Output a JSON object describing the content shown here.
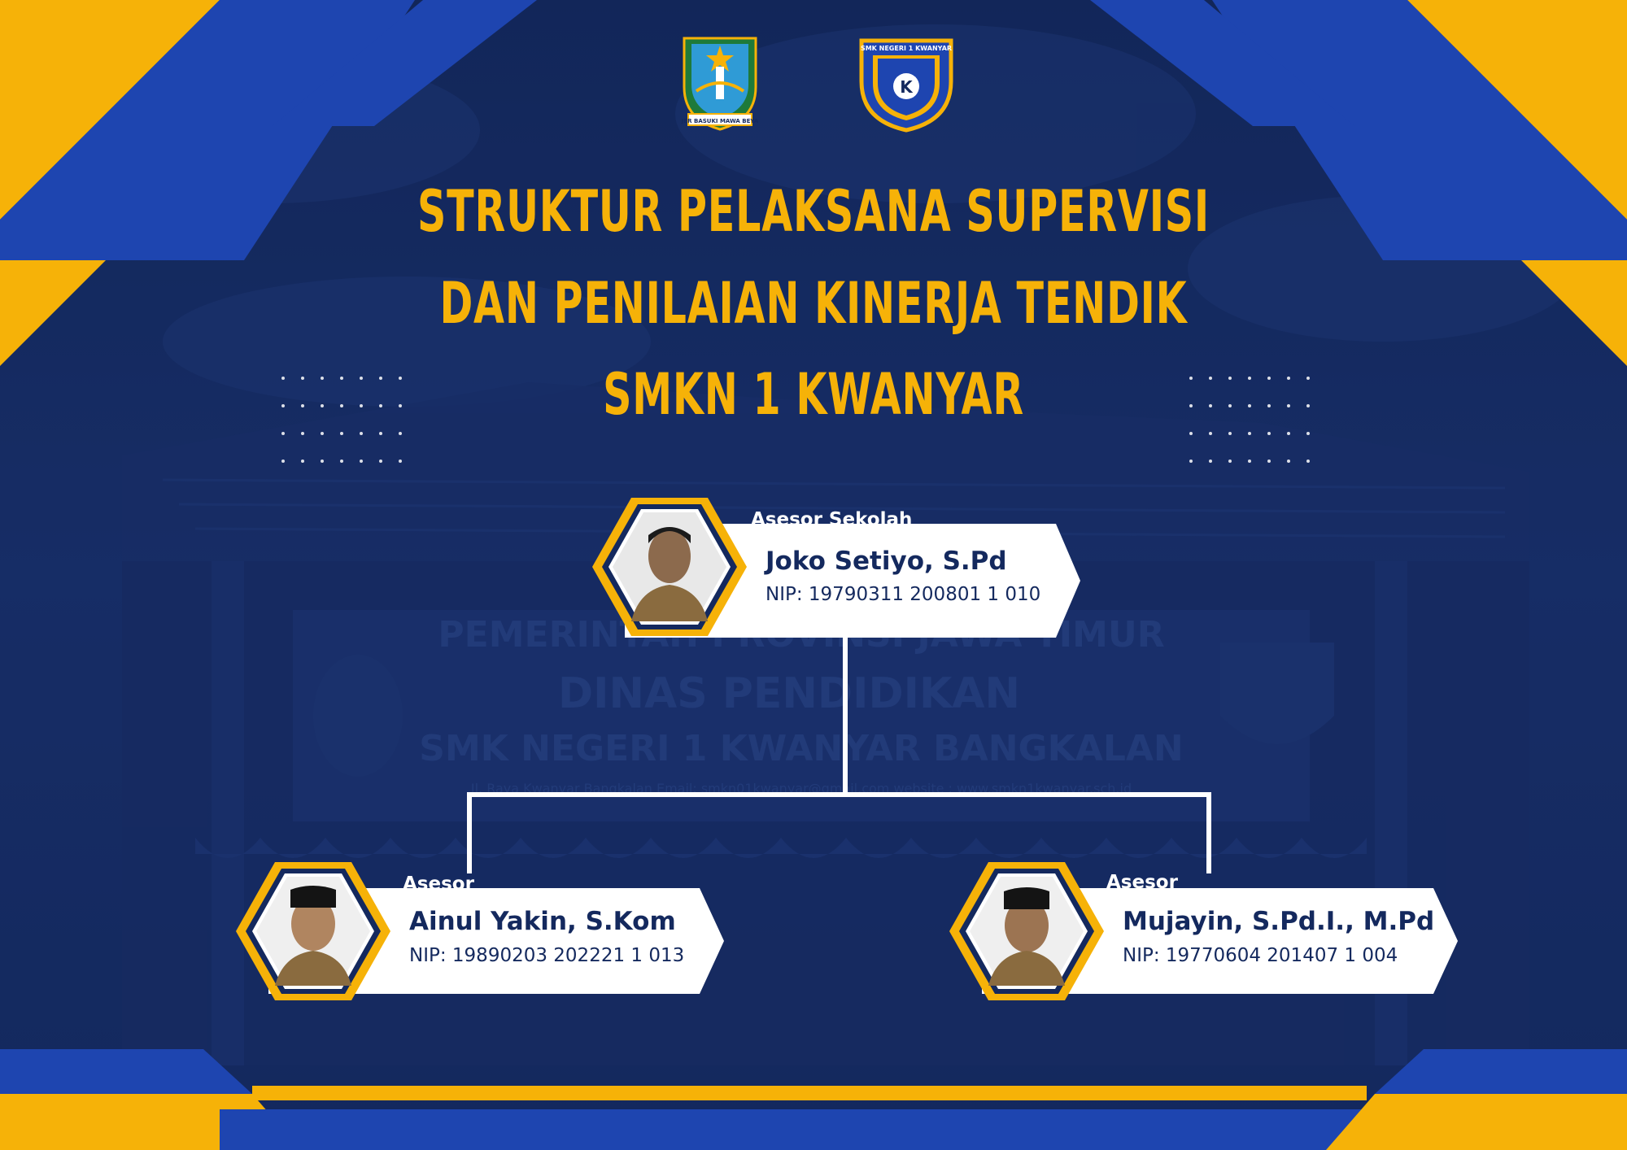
{
  "title": {
    "line1": "STRUKTUR PELAKSANA SUPERVISI",
    "line2": "DAN PENILAIAN KINERJA TENDIK",
    "line3": "SMKN 1 KWANYAR"
  },
  "logos": {
    "left": {
      "name": "jawa-timur-emblem",
      "text": "JER BASUKI MAWA BEYA"
    },
    "right": {
      "name": "smkn1-kwanyar-logo",
      "text": "SMK NEGERI 1 KWANYAR"
    }
  },
  "background": {
    "building_sign": {
      "line1": "PEMERINTAH PROVINSI JAWA TIMUR",
      "line2": "DINAS PENDIDIKAN",
      "line3": "SMK NEGERI 1 KWANYAR BANGKALAN",
      "line4": "Jl. Raya Kwanyar Bangkalan Email: smkn01kwanyar@gmail.com website : www.smkn1kwanyar.sch.id"
    }
  },
  "people": [
    {
      "role": "Asesor Sekolah",
      "name": "Joko Setiyo, S.Pd",
      "nip": "NIP: 19790311 200801 1 010"
    },
    {
      "role": "Asesor",
      "name": "Ainul Yakin, S.Kom",
      "nip": "NIP: 19890203 202221 1 013"
    },
    {
      "role": "Asesor",
      "name": "Mujayin, S.Pd.I., M.Pd",
      "nip": "NIP: 19770604 201407 1 004"
    }
  ],
  "colors": {
    "navy": "#14295e",
    "blue": "#1e45b0",
    "yellow": "#f6b208",
    "white": "#ffffff"
  }
}
